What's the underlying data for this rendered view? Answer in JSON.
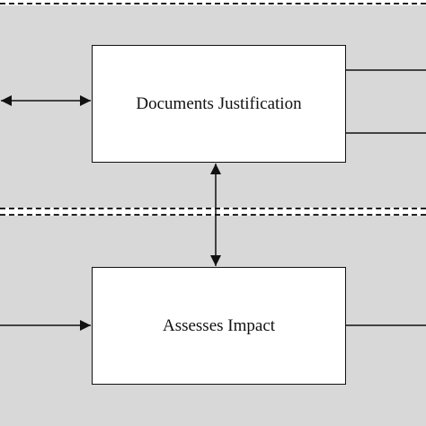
{
  "diagram": {
    "nodes": [
      {
        "id": "justification",
        "label": "Documents Justification"
      },
      {
        "id": "impact",
        "label": "Assesses Impact"
      }
    ],
    "edges": [
      {
        "from": "offscreen-left",
        "to": "justification",
        "bidirectional": true
      },
      {
        "from": "justification",
        "to": "impact",
        "bidirectional": true
      },
      {
        "from": "offscreen-left",
        "to": "impact",
        "bidirectional": false
      },
      {
        "from": "justification",
        "to": "offscreen-right",
        "bidirectional": false
      },
      {
        "from": "justification",
        "to": "offscreen-right",
        "bidirectional": false
      },
      {
        "from": "impact",
        "to": "offscreen-right",
        "bidirectional": false
      }
    ]
  },
  "colors": {
    "lane_fill": "#d8d8d8",
    "box_fill": "#ffffff",
    "line": "#111111"
  }
}
